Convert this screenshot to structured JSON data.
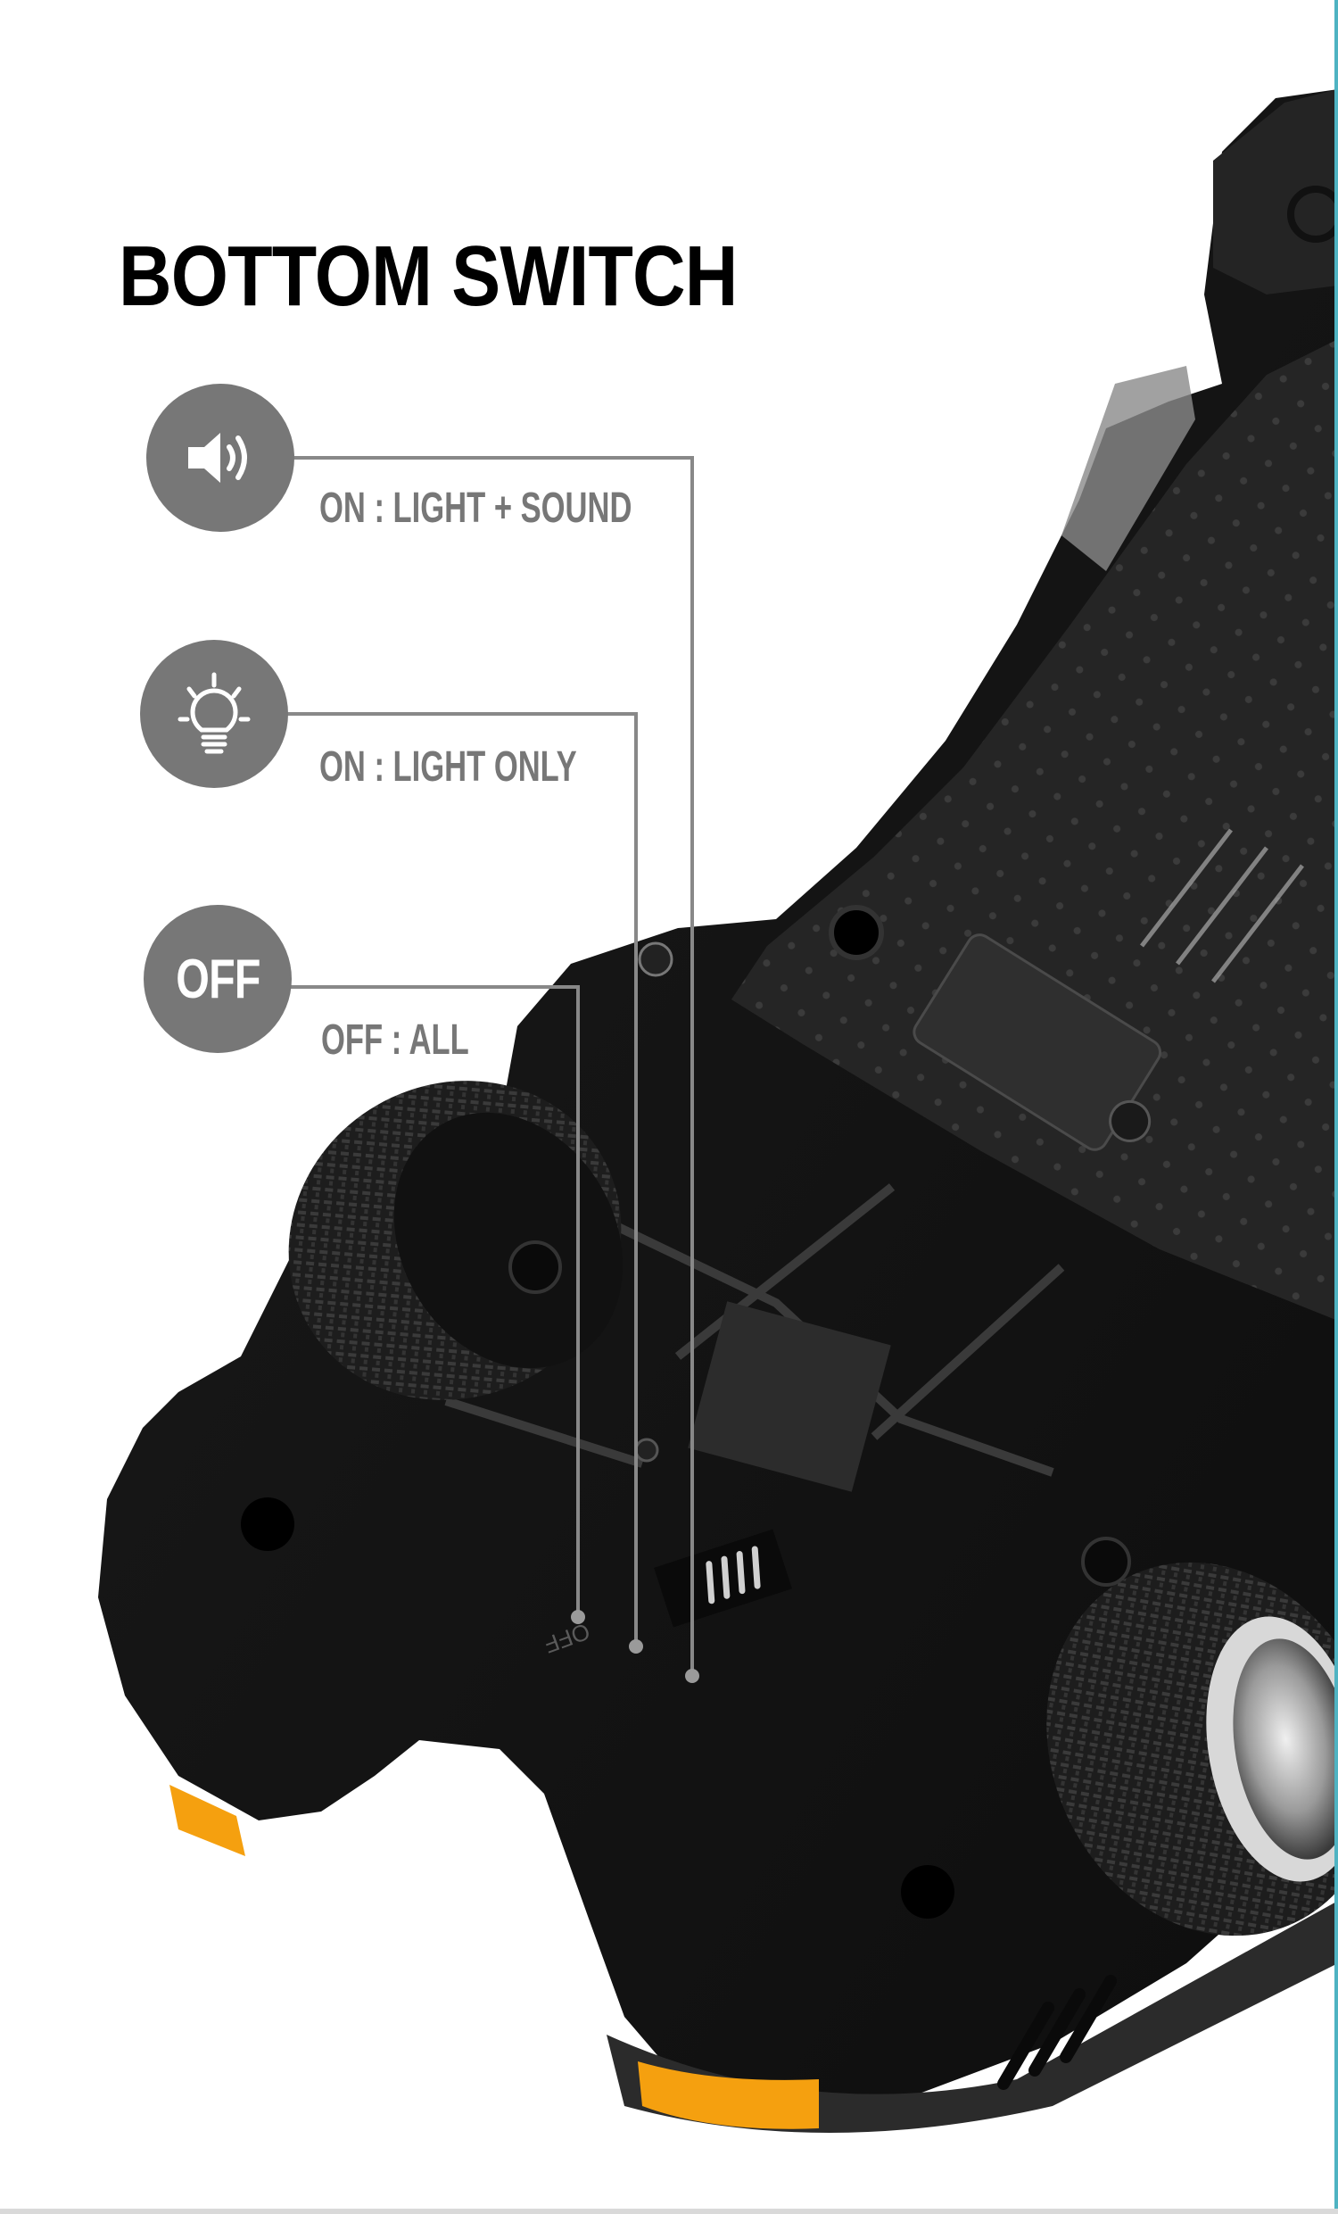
{
  "title": "BOTTOM SWITCH",
  "modes": [
    {
      "id": "sound",
      "icon": "speaker-icon",
      "label": "ON : LIGHT + SOUND"
    },
    {
      "id": "light",
      "icon": "lightbulb-icon",
      "label": "ON : LIGHT ONLY"
    },
    {
      "id": "off",
      "icon": "off-icon",
      "icon_text": "OFF",
      "label": "OFF : ALL"
    }
  ],
  "embossed_switch_label": "OFF",
  "colors": {
    "background": "#ffffff",
    "title": "#000000",
    "icon_circle": "#777777",
    "label": "#777777",
    "leader_line": "#888888",
    "car_body": "#151515",
    "tail_light": "#f5a00f",
    "right_edge_accent": "#4fb3c2"
  },
  "photo": {
    "subject": "Underside of black RC car chassis with wheels, battery cover and orange tail lights"
  }
}
